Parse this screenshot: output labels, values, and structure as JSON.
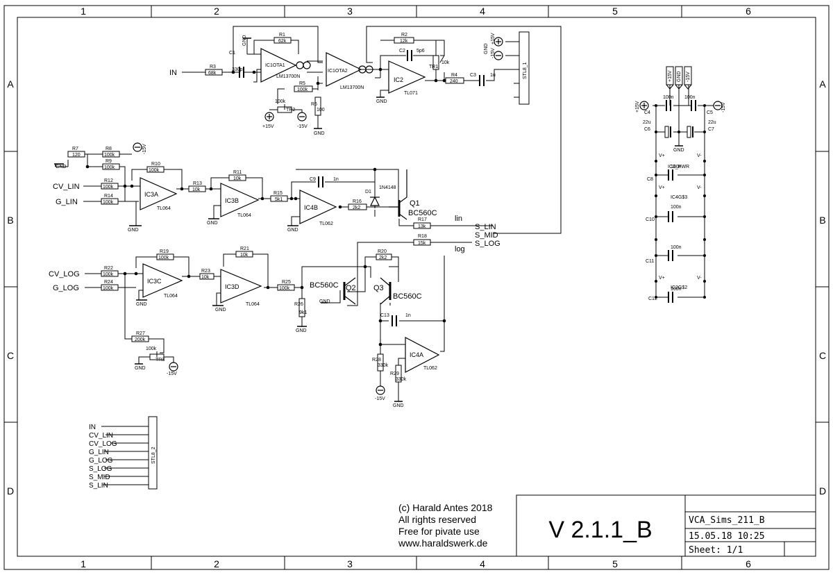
{
  "frame": {
    "cols": [
      "1",
      "2",
      "3",
      "4",
      "5",
      "6"
    ],
    "rows": [
      "A",
      "B",
      "C",
      "D"
    ]
  },
  "labels": {
    "in": "IN",
    "cv_lin": "CV_LIN",
    "g_lin": "G_LIN",
    "cv_log": "CV_LOG",
    "g_log": "G_LOG",
    "s_lin": "S_LIN",
    "s_mid": "S_MID",
    "s_log": "S_LOG",
    "lin": "lin",
    "log": "log",
    "gnd": "GND",
    "p15v": "+15V",
    "m15v": "-15V"
  },
  "parts": {
    "r1": "R1",
    "r1v": "62k",
    "r2": "R2",
    "r2v": "12k",
    "r3": "R3",
    "r3v": "68k",
    "r4": "R4",
    "r4v": "240",
    "r5": "R5",
    "r5v": "100k",
    "r6": "R6",
    "r6v": "100",
    "r7": "R7",
    "r7v": "120",
    "r8": "R8",
    "r8v": "100k",
    "r9": "R9",
    "r9v": "100k",
    "r10": "R10",
    "r10v": "100k",
    "r11": "R11",
    "r11v": "10k",
    "r12": "R12",
    "r12v": "100k",
    "r13": "R13",
    "r13v": "10k",
    "r14": "R14",
    "r14v": "100k",
    "r15": "R15",
    "r15v": "5k1",
    "r16": "R16",
    "r16v": "2k2",
    "r17": "R17",
    "r17v": "13k",
    "r18": "R18",
    "r18v": "15k",
    "r19": "R19",
    "r19v": "100k",
    "r20": "R20",
    "r20v": "2k2",
    "r21": "R21",
    "r21v": "10k",
    "r22": "R22",
    "r22v": "100k",
    "r23": "R23",
    "r23v": "10k",
    "r24": "R24",
    "r24v": "100k",
    "r25": "R25",
    "r25v": "100k",
    "r26": "R26",
    "r26v": "9k1",
    "r27": "R27",
    "r27v": "200k",
    "r28": "R28",
    "r28v": "330k",
    "r29": "R29",
    "r29v": "330k",
    "c1": "C1",
    "c1v": "330p",
    "c2": "C2",
    "c2v": "5p6",
    "c3": "C3",
    "c3v": "1u",
    "c4": "C4",
    "c5": "C5",
    "c6": "C6",
    "c7": "C7",
    "c8": "C8",
    "c9": "C9",
    "c9v": "1n",
    "c10": "C10",
    "c11": "C11",
    "c12": "C12",
    "c13": "C13",
    "c13v": "1n",
    "v100n": "100n",
    "v22u": "22u",
    "tr1": "TR1",
    "tr1v": "10k",
    "tr2": "TR2",
    "tr2v": "100k",
    "tr3": "TR3",
    "tr3v": "100k",
    "d1": "D1",
    "d1v": "1N4148",
    "q1": "Q1",
    "q2": "Q2",
    "q3": "Q3",
    "bc560c": "BC560C",
    "ic1ota1": "IC1OTA1",
    "ic1ota2": "IC1OTA2",
    "lm13700n": "LM13700N",
    "ic2": "IC2",
    "tl071": "TL071",
    "ic3a": "IC3A",
    "ic3b": "IC3B",
    "ic3c": "IC3C",
    "ic3d": "IC3D",
    "tl064": "TL064",
    "ic4a": "IC4A",
    "ic4b": "IC4B",
    "tl062": "TL062",
    "stl8_1": "STL8_1",
    "stl8_2": "STL8_2",
    "ic3pwr": "IC3_PWR",
    "ic4g3": "IC4G$3",
    "ic2g2": "IC2G$2",
    "vplus": "V+",
    "vminus": "V-"
  },
  "connector": [
    "IN",
    "CV_LIN",
    "CV_LOG",
    "G_LIN",
    "G_LOG",
    "S_LOG",
    "S_MID",
    "S_LIN"
  ],
  "notice": {
    "line1": "(c) Harald Antes 2018",
    "line2": "All rights reserved",
    "line3": "Free for pivate use",
    "line4": "www.haraldswerk.de"
  },
  "titleblock": {
    "version": "V 2.1.1_B",
    "name": "VCA_Sims_211_B",
    "date": "15.05.18 10:25",
    "sheet": "Sheet: 1/1"
  }
}
